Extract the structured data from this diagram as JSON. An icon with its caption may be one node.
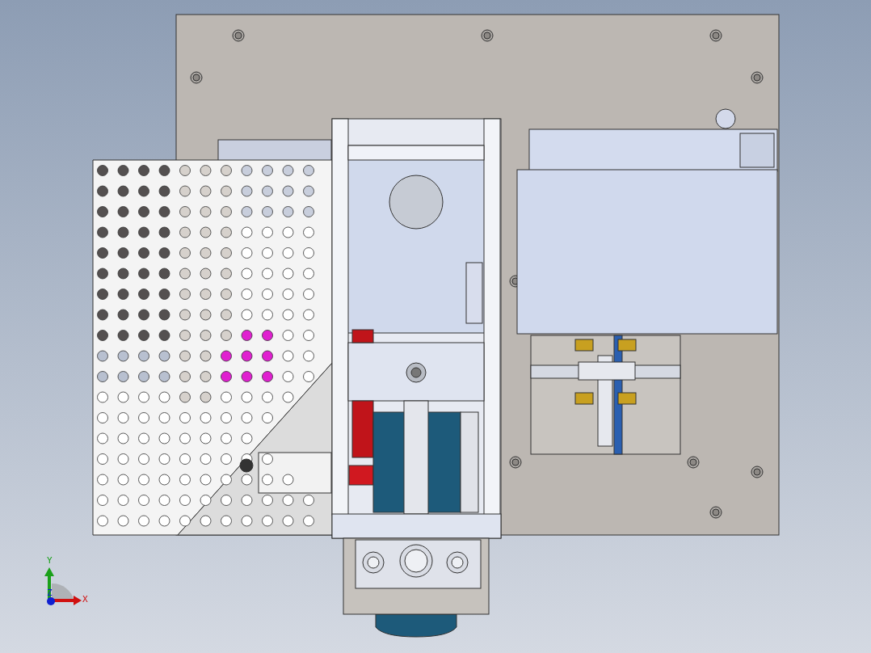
{
  "diagram": {
    "labels": [
      "Y",
      "Z",
      "X"
    ]
  }
}
